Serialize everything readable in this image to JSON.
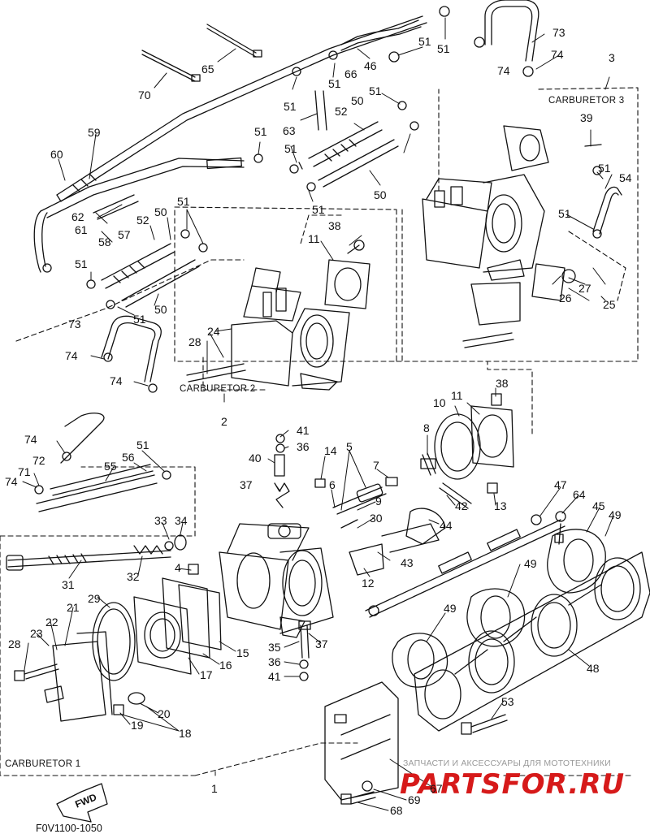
{
  "diagram": {
    "figure_code": "F0V1100-1050",
    "direction_label": "FWD",
    "sections": {
      "carburetor_1": "CARBURETOR 1",
      "carburetor_2": "CARBURETOR 2",
      "carburetor_3": "CARBURETOR 3"
    },
    "assembly_numbers": {
      "c1": "1",
      "c2": "2",
      "c3": "3"
    },
    "watermark": {
      "text": "ЗАПЧАСТИ И АКСЕССУАРЫ ДЛЯ МОТОТЕХНИКИ",
      "logo": "PARTSFOR.RU",
      "logo_color": "#d61a1a"
    },
    "callouts": {
      "c73a": "73",
      "c74a": "74",
      "c74b": "74",
      "c51a": "51",
      "c51b": "51",
      "c46": "46",
      "c66": "66",
      "c51c": "51",
      "c65": "65",
      "c70": "70",
      "c59": "59",
      "c60": "60",
      "c63": "63",
      "c51d": "51",
      "c52a": "52",
      "c50a": "50",
      "c51e": "51",
      "c51f": "51",
      "c51g": "51",
      "c50b": "50",
      "c39": "39",
      "c51h": "51",
      "c54": "54",
      "c62": "62",
      "c61": "61",
      "c58": "58",
      "c57": "57",
      "c52b": "52",
      "c50c": "50",
      "c51i": "51",
      "c51j": "51",
      "c38a": "38",
      "c11a": "11",
      "c51k": "51",
      "c27": "27",
      "c26": "26",
      "c25": "25",
      "c51l": "51",
      "c51m": "51",
      "c50d": "50",
      "c73b": "73",
      "c74c": "74",
      "c74d": "74",
      "c24": "24",
      "c28a": "28",
      "c38b": "38",
      "c10": "10",
      "c11b": "11",
      "c41a": "41",
      "c36a": "36",
      "c74e": "74",
      "c72": "72",
      "c56": "56",
      "c51n": "51",
      "c71": "71",
      "c74f": "74",
      "c55": "55",
      "c40": "40",
      "c14": "14",
      "c5": "5",
      "c8": "8",
      "c7": "7",
      "c6": "6",
      "c37a": "37",
      "c9": "9",
      "c42": "42",
      "c13": "13",
      "c47": "47",
      "c64": "64",
      "c45": "45",
      "c49a": "49",
      "c33": "33",
      "c34": "34",
      "c30": "30",
      "c44": "44",
      "c29": "29",
      "c31": "31",
      "c32": "32",
      "c4": "4",
      "c43": "43",
      "c12": "12",
      "c49b": "49",
      "c49c": "49",
      "c21": "21",
      "c22": "22",
      "c23": "23",
      "c28b": "28",
      "c35": "35",
      "c37b": "37",
      "c36b": "36",
      "c41b": "41",
      "c15": "15",
      "c16": "16",
      "c17": "17",
      "c48": "48",
      "c19": "19",
      "c20": "20",
      "c18": "18",
      "c53": "53",
      "c67": "67",
      "c69": "69",
      "c68": "68"
    }
  }
}
